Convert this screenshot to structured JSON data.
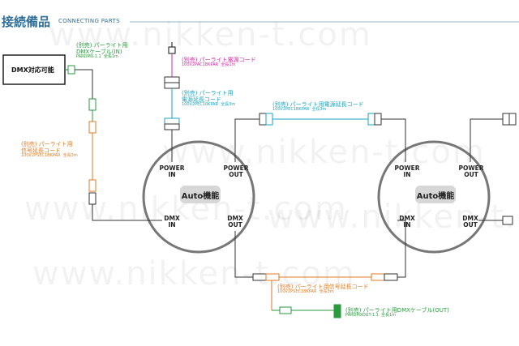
{
  "header": {
    "title": "接続備品",
    "subtitle": "CONNECTING PARTS"
  },
  "dmx_device": {
    "label": "DMX対応可能"
  },
  "cables": {
    "dmx_in": {
      "line1": "(別売) パーライト用",
      "line2": "DMXケーブル(IN)",
      "model": "PARDMX-1.1",
      "length": "全長1m"
    },
    "power_cord": {
      "line1": "(別売) パーライト電源コード",
      "model": "100V2PAC1BKPAR",
      "length": "全長1m"
    },
    "power_ext": {
      "line1": "(別売) パーライト用",
      "line2": "電源延長コード",
      "model": "100V2PEC10KPAR",
      "length": "全長3m"
    },
    "power_link": {
      "line1": "(別売) パーライト用電源延長コード",
      "model": "100V2PEC1BKPAR",
      "length": "全長3m"
    },
    "signal_ext_left": {
      "line1": "(別売) パーライト用",
      "line2": "信号延長コード",
      "model": "100V2PSEC1BKPAR",
      "length": "全長3m"
    },
    "signal_ext_bottom": {
      "line1": "(別売) パーライト用信号延長コード",
      "model": "100V2PSEC1BKPAR",
      "length": "全長3m"
    },
    "dmx_out": {
      "line1": "(別売) パーライト用DMXケーブル(OUT)",
      "model": "PARDMXOUT-1.1",
      "length": "全長1m"
    }
  },
  "units": [
    {
      "power_in": "POWER IN",
      "power_out": "POWER OUT",
      "dmx_in": "DMX IN",
      "dmx_out": "DMX OUT",
      "center": "Auto機能"
    },
    {
      "power_in": "POWER IN",
      "power_out": "POWER OUT",
      "dmx_in": "DMX IN",
      "dmx_out": "DMX OUT",
      "center": "Auto機能"
    }
  ],
  "watermark": "www.nikken-t.com",
  "colors": {
    "header": "#2f6f9a",
    "dmx_green": "#2b9a3f",
    "signal_orange": "#e07b25",
    "power_pink": "#d12aa4",
    "power_cyan": "#1aa3bf",
    "circle": "#777777",
    "center_fill": "#d7d7d7"
  }
}
